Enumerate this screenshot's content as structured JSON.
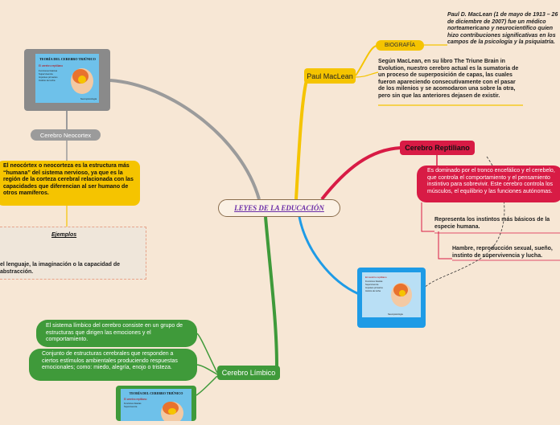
{
  "central": {
    "title": "LEYES DE LA EDUCACIÓN"
  },
  "paul_maclean": {
    "label": "Paul MacLean",
    "biografia_label": "BIOGRAFÍA",
    "biografia_text": "Paul D. MacLean (1 de mayo de 1913 – 26 de diciembre de 2007) fue un médico norteamericano y neurocientífico quien hizo contribuciones significativas en los campos de la psicología y la psiquiatría.",
    "theory_text": "Según MacLean, en su libro The Triune Brain in Evolution, nuestro cerebro actual es la sumatoria de un proceso de superposición de capas, las cuales fueron apareciendo consecutivamente con el pasar de los milenios y se acomodaron una sobre la otra, pero sin que las anteriores dejasen de existir."
  },
  "cerebro_reptiliano": {
    "label": "Cerebro Reptiliano",
    "description": "Es dominado por el tronco encefálico y el cerebelo, que controla el comportamiento y el pensamiento instintivo para sobrevivir. Este cerebro controla los músculos, el equilibrio y las funciones autónomas.",
    "detail_1": "Representa los instintos más básicos de la especie humana.",
    "detail_2": "Hambre, reproducción sexual, sueño, instinto de supervivencia y lucha."
  },
  "cerebro_neocortex": {
    "label": "Cerebro Neocortex",
    "description": "El neocórtex o neocorteza es la estructura más “humana” del sistema nervioso, ya que es la región de la corteza cerebral relacionada con las capacidades que diferencian al ser humano de otros mamíferos.",
    "ejemplos_label": "Ejemplos",
    "ejemplos_text": "el lenguaje, la imaginación o la capacidad de abstracción."
  },
  "cerebro_limbico": {
    "label": "Cerebro Límbico",
    "text_1": "El sistema límbico del cerebro consiste en un grupo de estructuras que dirigen las emociones y el comportamiento.",
    "text_2": "Conjunto de estructuras cerebrales que responden a ciertos estímulos ambientales produciendo respuestas emocionales; como: miedo, alegría, enojo o tristeza."
  },
  "thumbnail": {
    "title": "TEORÍA DEL CEREBRO TRIÚNICO",
    "subtitle": "El cerebro reptiliano",
    "lines": [
      "Funciones básicas",
      "Supervivencia",
      "Impulsos primarios",
      "Instinto de lucha"
    ],
    "footer": "Neuropsicología"
  },
  "colors": {
    "background": "#f7e7d5",
    "maclean": "#f5c400",
    "reptiliano": "#d81b45",
    "neocortex": "#9b9b9b",
    "limbico": "#3f9a3a",
    "image_branch": "#1e9be6"
  }
}
